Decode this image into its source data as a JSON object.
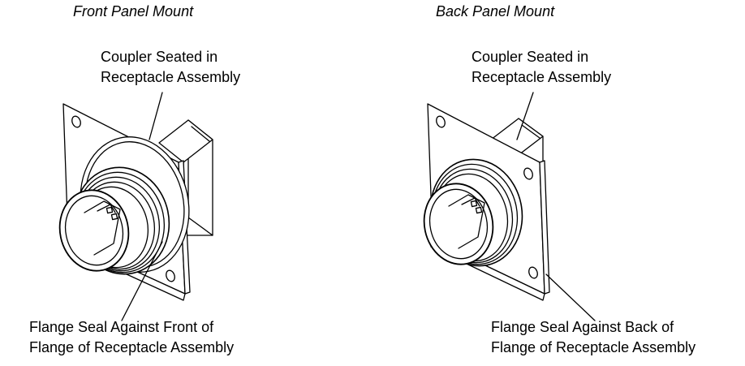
{
  "panels": [
    {
      "title": "Front Panel Mount",
      "top_callout": [
        "Coupler Seated in",
        "Receptacle Assembly"
      ],
      "bottom_callout": [
        "Flange Seal Against Front of",
        "Flange of Receptacle Assembly"
      ]
    },
    {
      "title": "Back Panel Mount",
      "top_callout": [
        "Coupler Seated in",
        "Receptacle Assembly"
      ],
      "bottom_callout": [
        "Flange Seal Against Back of",
        "Flange of Receptacle Assembly"
      ]
    }
  ],
  "colors": {
    "line": "#000000",
    "background": "#ffffff"
  }
}
